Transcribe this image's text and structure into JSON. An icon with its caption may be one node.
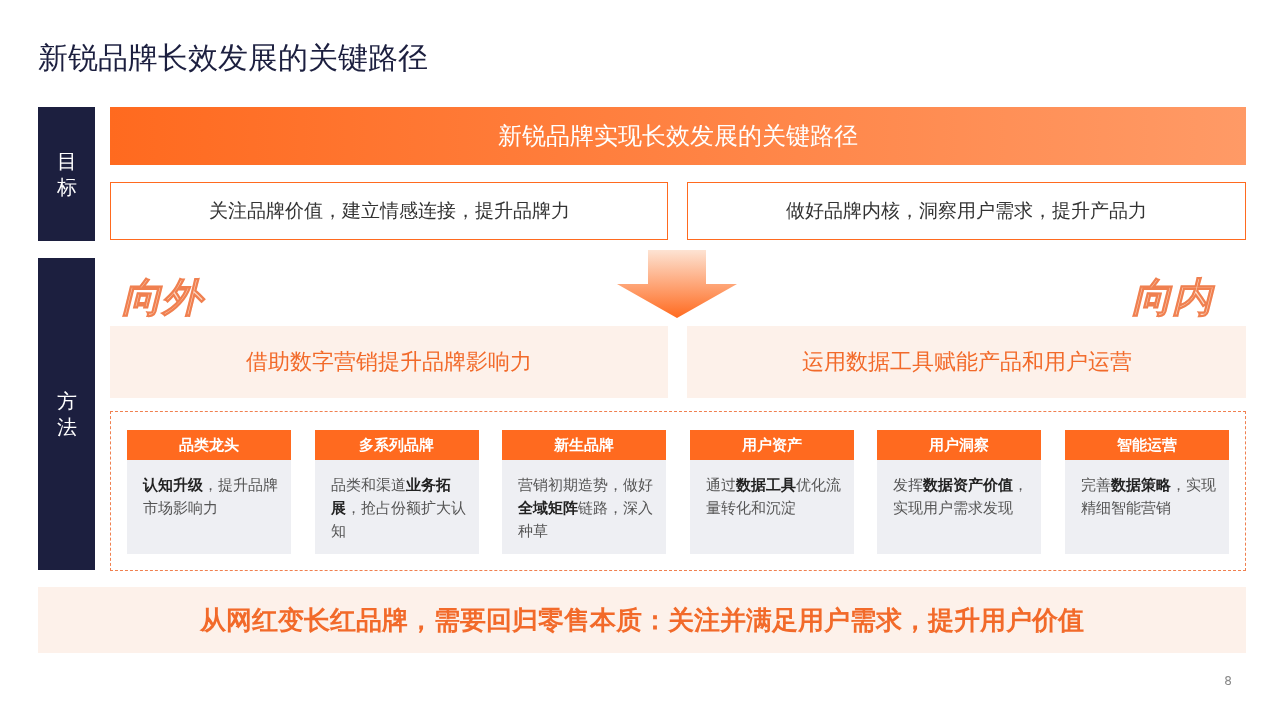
{
  "diagram": {
    "title": "新锐品牌长效发展的关键路径",
    "nodes": [
      {
        "text": [
          "目标"
        ]
      },
      {
        "text": [
          "方法"
        ]
      },
      {
        "text": [
          "新锐品牌实现长效发展的关键路径"
        ]
      },
      {
        "text": [
          "关注品牌价值，建立情感连接，提升品牌力"
        ]
      },
      {
        "text": [
          "做好品牌内核，洞察用户需求，提升产品力"
        ]
      },
      {
        "text": [
          "借助数字营销提升品牌影响力"
        ],
        "beside": [
          "向外"
        ]
      },
      {
        "text": [
          "运用数据工具赋能产品和用户运营"
        ],
        "beside": [
          "向内"
        ]
      },
      {
        "text": [],
        "shape": "box"
      },
      {
        "text": [
          "品类龙头",
          "**认知升级**，提升品牌市场影响力"
        ],
        "in": 7
      },
      {
        "text": [
          "多系列品牌",
          "品类和渠道**业务拓展**，抢占份额扩大认知"
        ],
        "in": 7
      },
      {
        "text": [
          "新生品牌",
          "营销初期造势，做好**全域矩阵**链路，深入种草"
        ],
        "in": 7
      },
      {
        "text": [
          "用户资产",
          "通过**数据工具**优化流量转化和沉淀"
        ],
        "in": 7
      },
      {
        "text": [
          "用户洞察",
          "发挥**数据资产价值**，实现用户需求发现"
        ],
        "in": 7
      },
      {
        "text": [
          "智能运营",
          "完善**数据策略**，实现精细智能营销"
        ],
        "in": 7
      },
      {
        "text": [
          "从网红变长红品牌，需要回归零售本质：关注并满足用户需求，提升用户价值"
        ]
      }
    ],
    "edges": [
      {
        "from": 3,
        "to": 5,
        "arrow": "to"
      }
    ],
    "labels": [
      "8"
    ]
  }
}
